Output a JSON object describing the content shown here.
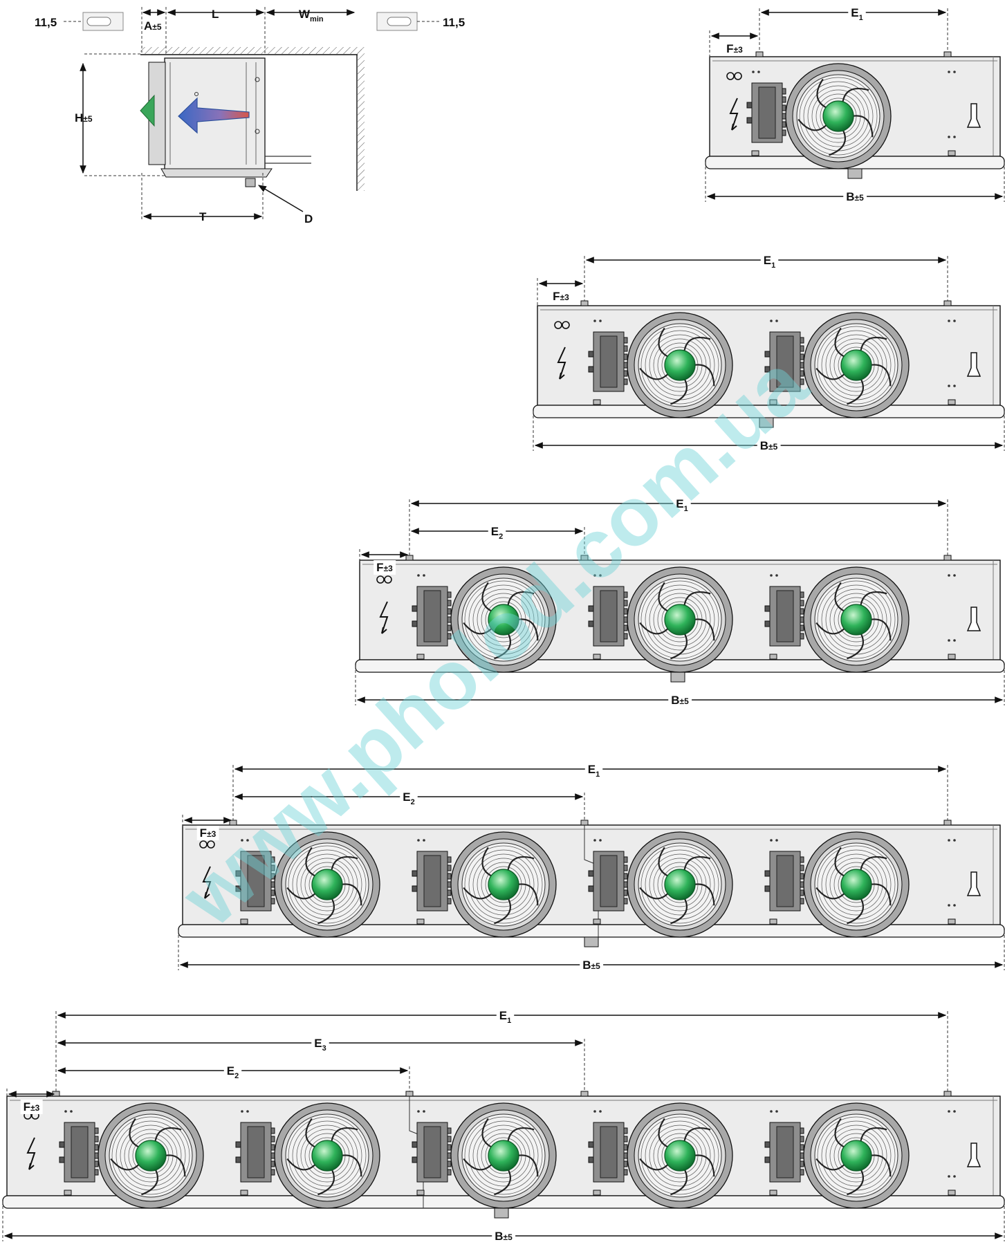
{
  "labels": {
    "slot": "11,5",
    "A": "A",
    "tol5": "±5",
    "tol3": "±3",
    "L": "L",
    "W": "W",
    "W_sub": "min",
    "H": "H",
    "T": "T",
    "D": "D",
    "F": "F",
    "B": "B",
    "E": "E",
    "sub1": "1",
    "sub2": "2",
    "sub3": "3"
  },
  "watermark": "www.pholod.com.ua",
  "colors": {
    "fan_hub": "#2fb35a",
    "arrow_cold": "#3a68c4",
    "arrow_hot": "#d8584a",
    "side_valve": "#3aa65a",
    "housing": "#ececec",
    "outline": "#111111",
    "watermark": "#6fd3d8"
  },
  "icons": [
    "lightning-icon",
    "double-circle-icon",
    "drain-icon",
    "fan-icon",
    "airflow-arrow-icon"
  ]
}
